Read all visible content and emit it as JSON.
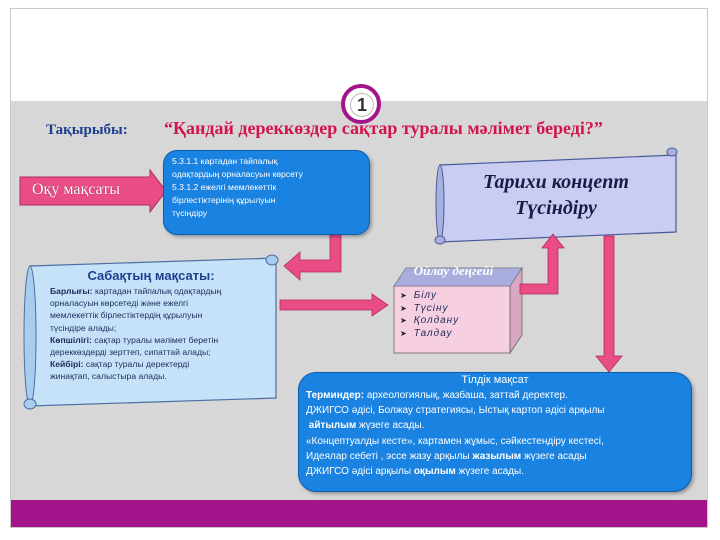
{
  "badge": {
    "number": "1"
  },
  "topic": {
    "label": "Тақырыбы:",
    "title": "“Қандай дереккөздер сақтар туралы мәлімет береді?”"
  },
  "objective_arrow": {
    "label": "Оқу мақсаты"
  },
  "learning_goal": {
    "lines": [
      "5.3.1.1 картадан тайпалық",
      "одақтардың  орналасуын көрсету",
      "5.3.1.2 ежелгі мемлекеттік",
      "бірлестіктерінің құрылуын",
      "түсіндіру"
    ]
  },
  "concept": {
    "line1": "Тарихи концепт",
    "line2": "Түсіндіру"
  },
  "lesson_goals": {
    "title": "Сабақтың мақсаты:",
    "all_label": "Барлығы:",
    "all_text_1": " картадан тайпалық одақтардың",
    "all_text_2": "орналасуын көрсетеді және ежелгі",
    "all_text_3": "мемлекеттік бірлестіктердің құрылуын",
    "all_text_4": "түсіндіре алады;",
    "most_label": "Көпшілігі:",
    "most_text_1": " сақтар туралы мәлімет беретін",
    "most_text_2": "дереккөздерді зерттеп, сипаттай алады;",
    "some_label": "Кейбірі:",
    "some_text_1": " сақтар туралы деректерді",
    "some_text_2": "жинақтап, салыстыра алады."
  },
  "thinking": {
    "title": "Ойлау деңгейі",
    "items": [
      "Білу",
      "Түсіну",
      "Қолдану",
      "Талдау"
    ]
  },
  "language_goal": {
    "title": "Тілдік мақсат",
    "terms_label": "Терминдер:",
    "terms_text": " археологиялық, жазбаша, заттай деректер.",
    "line2": "ДЖИГСО әдісі, Болжау стратегиясы, Ыстық картоп әдісі арқылы",
    "line3_bold": "айтылым",
    "line3_rest": " жүзеге асады.",
    "line4": "«Концептуалды кесте»,  картамен жұмыс, сәйкестендіру кестесі,",
    "line5_pre": "Идеялар себеті , эссе жазу арқылы ",
    "line5_bold": "жазылым",
    "line5_rest": "  жүзеге асады",
    "line6_pre": " ДЖИГСО әдісі арқылы ",
    "line6_bold": "оқылым",
    "line6_rest": " жүзеге асады."
  },
  "colors": {
    "accent_magenta": "#a3148a",
    "arrow_pink": "#ea4d86",
    "box_blue": "#1a82e0",
    "concept_fill": "#c8cdf1",
    "scroll_fill": "#c6e2f8",
    "thinking_fill": "#f6cfe0",
    "topic_red": "#d3134b"
  }
}
